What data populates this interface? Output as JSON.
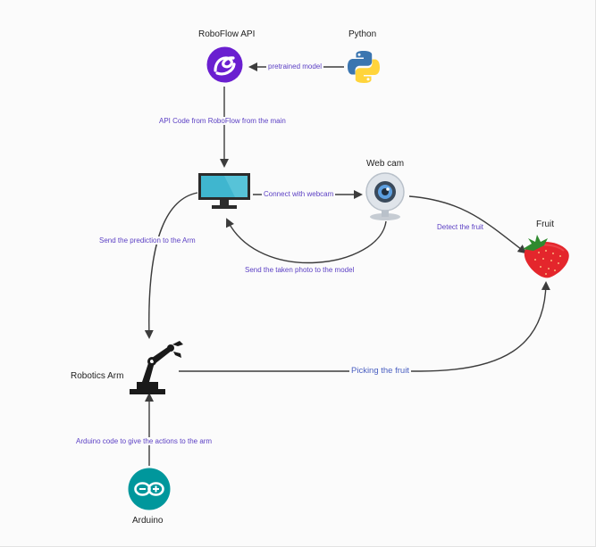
{
  "nodes": {
    "roboflow": {
      "label": "RoboFlow API"
    },
    "python": {
      "label": "Python"
    },
    "webcam": {
      "label": "Web cam"
    },
    "fruit": {
      "label": "Fruit"
    },
    "arm": {
      "label": "Robotics Arm"
    },
    "arduino": {
      "label": "Arduino"
    }
  },
  "edges": {
    "python_to_roboflow": "pretrained model",
    "roboflow_to_monitor": "API Code from RoboFlow from the main",
    "monitor_to_webcam": "Connect with webcam",
    "webcam_to_fruit": "Detect the fruit",
    "webcam_to_monitor": "Send the taken photo to the model",
    "monitor_to_arm": "Send the prediction to the Arm",
    "arm_to_fruit": "Picking the fruit",
    "arduino_to_arm": "Arduino code to give the actions to the arm"
  },
  "colors": {
    "arrow": "#3c3c3c",
    "edge_label": "#5b3fc4",
    "roboflow": "#6a1fd0",
    "arduino": "#00979c",
    "monitor": "#3fb6cf",
    "strawberry": "#e4262c",
    "python_blue": "#3a75b0",
    "python_yellow": "#ffd43b"
  },
  "icons": [
    "roboflow-icon",
    "python-icon",
    "monitor-icon",
    "webcam-icon",
    "strawberry-icon",
    "robotic-arm-icon",
    "arduino-icon"
  ]
}
